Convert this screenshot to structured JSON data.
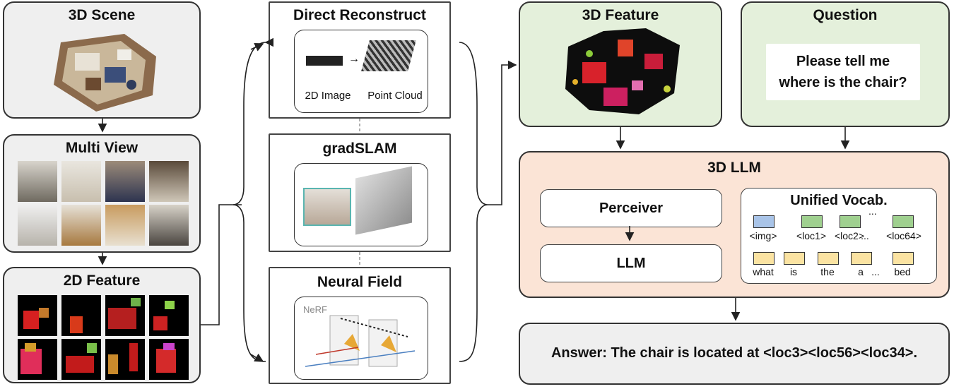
{
  "left": {
    "scene_title": "3D Scene",
    "multiview_title": "Multi View",
    "feature2d_title": "2D Feature"
  },
  "middle": {
    "direct_title": "Direct Reconstruct",
    "direct_label_image": "2D Image",
    "direct_label_cloud": "Point Cloud",
    "gradslam_title": "gradSLAM",
    "neural_title": "Neural Field",
    "nerf_tag": "NeRF"
  },
  "right": {
    "feature3d_title": "3D Feature",
    "question_title": "Question",
    "question_text_line1": "Please tell me",
    "question_text_line2": "where is the chair?",
    "llm3d_title": "3D LLM",
    "perceiver_label": "Perceiver",
    "llm_label": "LLM",
    "vocab_title": "Unified Vocab.",
    "vocab_row1": [
      "<img>",
      "<loc1>",
      "<loc2>",
      "...",
      "<loc64>"
    ],
    "vocab_row2": [
      "what",
      "is",
      "the",
      "a",
      "...",
      "bed"
    ],
    "ellipsis_top": "...",
    "answer_text": "Answer: The chair is located at <loc3><loc56><loc34>."
  },
  "colors": {
    "panel_gray": "#efefef",
    "panel_green": "#e4f0db",
    "panel_peach": "#fbe4d6",
    "token_blue": "#a9c4e8",
    "token_green": "#9fd08f",
    "token_yellow": "#fbe3a2"
  }
}
